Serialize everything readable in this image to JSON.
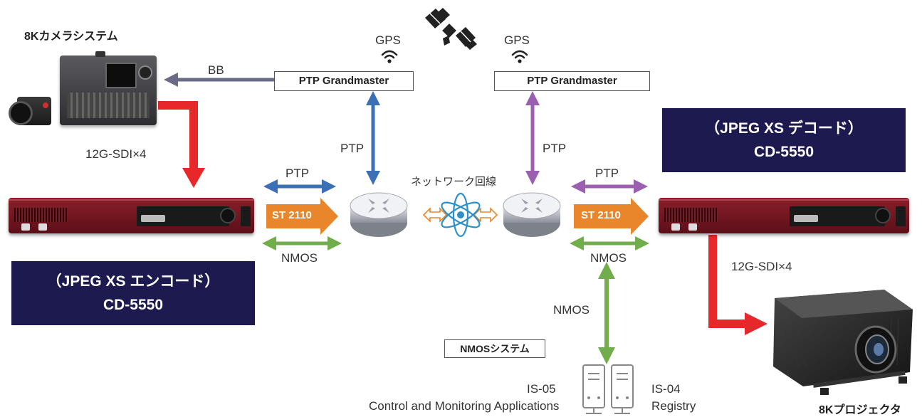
{
  "camera_system_label": "8Kカメラシステム",
  "projector_label": "8Kプロジェクタ",
  "gps_left": "GPS",
  "gps_right": "GPS",
  "ptp_grandmaster_left": "PTP Grandmaster",
  "ptp_grandmaster_right": "PTP Grandmaster",
  "bb_label": "BB",
  "sdi_left": "12G-SDI×4",
  "sdi_right": "12G-SDI×4",
  "ptp_vertical_left": "PTP",
  "ptp_vertical_right": "PTP",
  "ptp_horizontal_left": "PTP",
  "ptp_horizontal_right": "PTP",
  "st2110_left": "ST 2110",
  "st2110_right": "ST 2110",
  "nmos_left": "NMOS",
  "nmos_right": "NMOS",
  "nmos_vertical": "NMOS",
  "network_line": "ネットワーク回線",
  "encoder": {
    "line1": "（JPEG XS エンコード）",
    "line2": "CD-5550"
  },
  "decoder": {
    "line1": "（JPEG XS デコード）",
    "line2": "CD-5550"
  },
  "nmos_system": "NMOSシステム",
  "is05": {
    "line1": "IS-05",
    "line2": "Control and Monitoring Applications"
  },
  "is04": {
    "line1": "IS-04",
    "line2": "Registry"
  },
  "colors": {
    "ptp_blue": "#3b6fb6",
    "ptp_purple": "#9b5fb0",
    "st2110_orange": "#e9852b",
    "nmos_green": "#72ad4c",
    "sdi_red": "#e8272b",
    "bb_gray": "#6b6a87",
    "navy": "#1c1a4f",
    "device_red": "#7a1824"
  },
  "icons": [
    "satellite-icon",
    "wifi-icon",
    "router-icon",
    "network-globe-icon",
    "server-icon",
    "camera-icon",
    "projector-icon"
  ]
}
